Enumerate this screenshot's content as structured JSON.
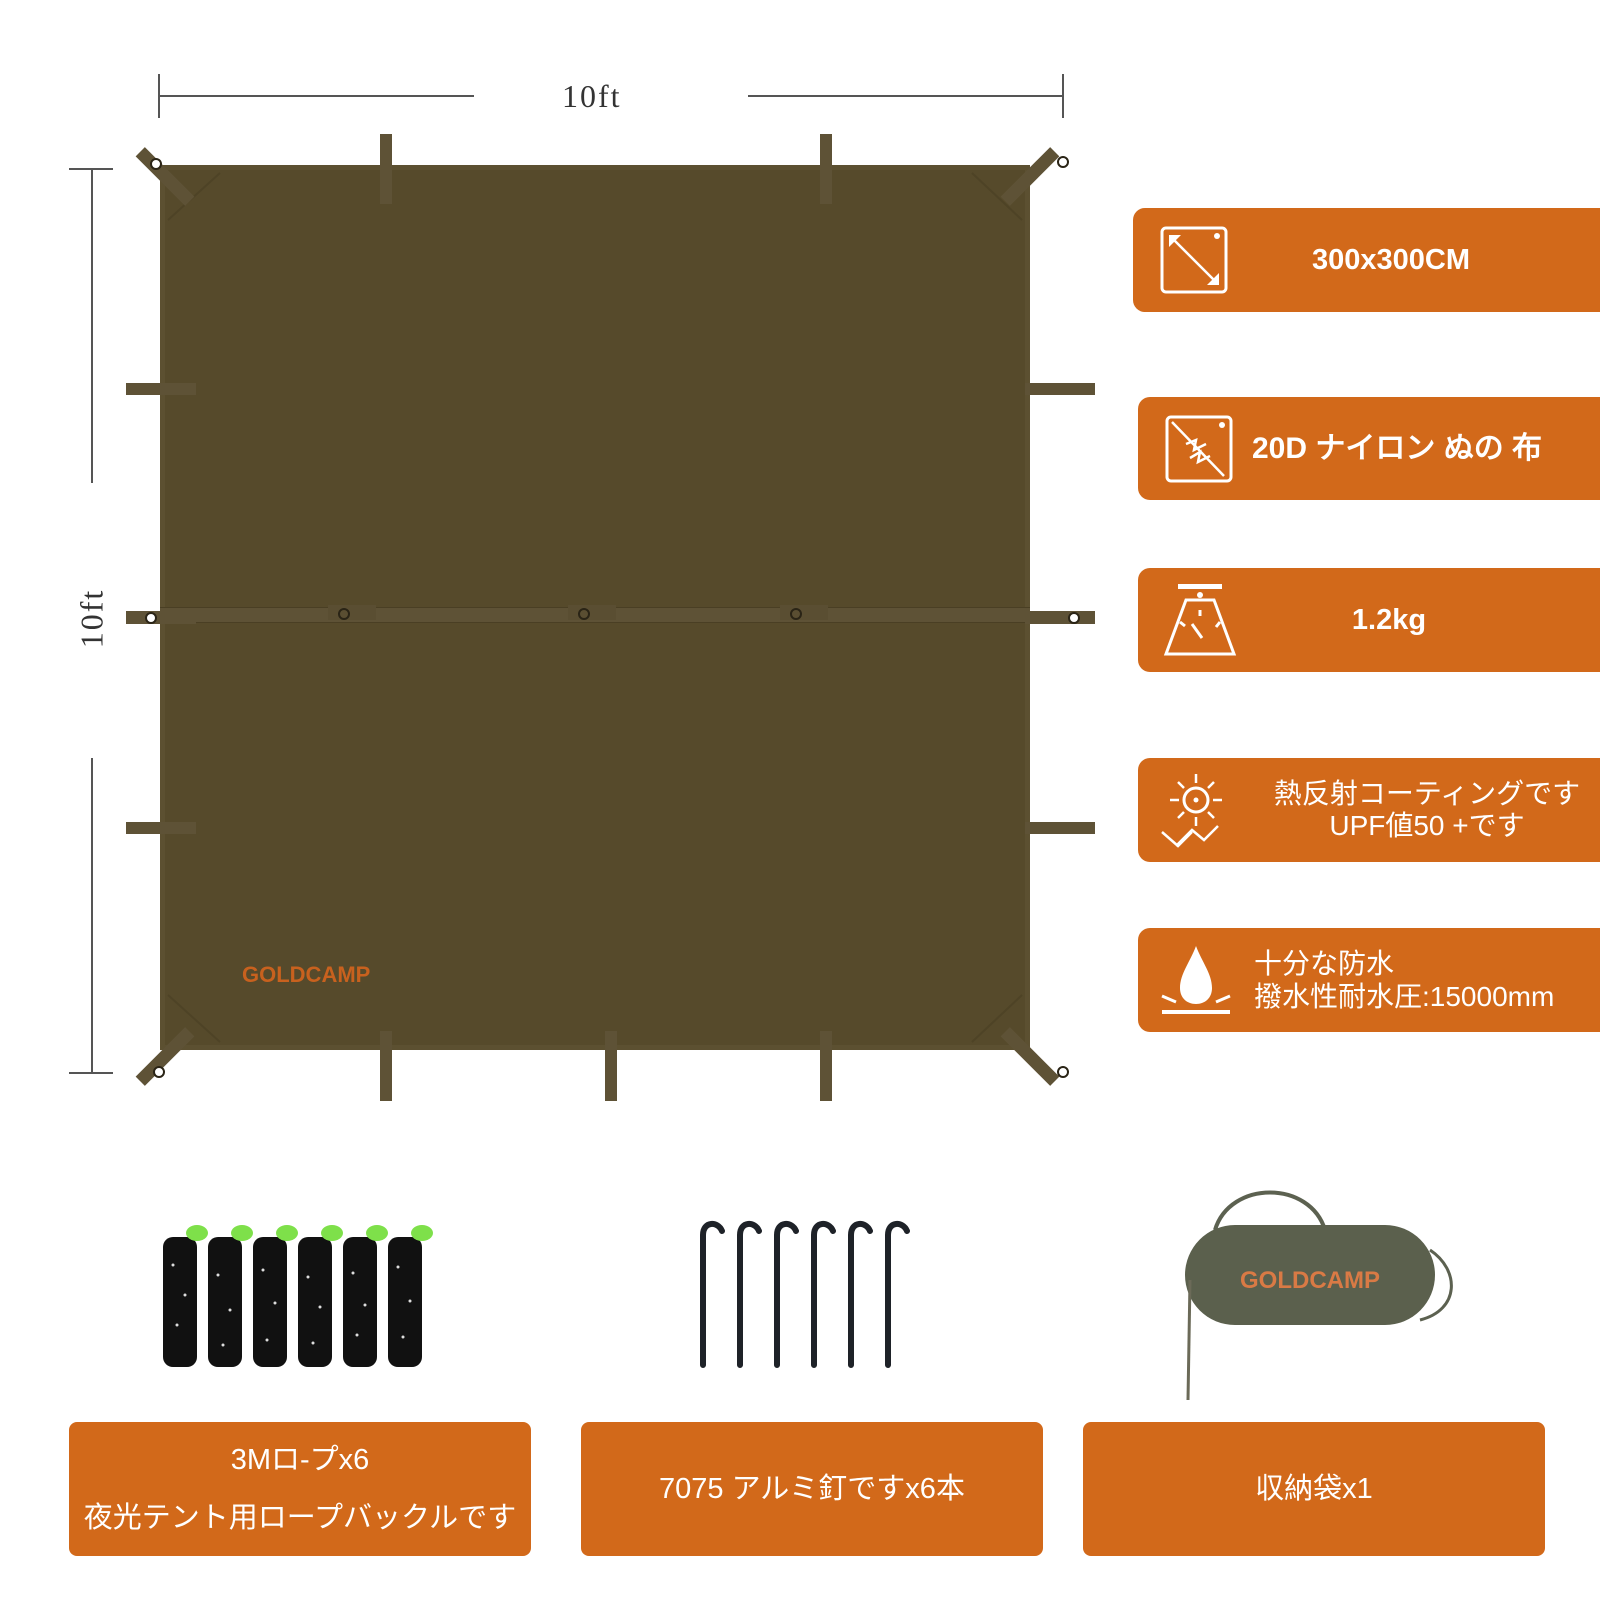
{
  "dimensions": {
    "width_label": "10ft",
    "height_label": "10ft"
  },
  "tarp": {
    "brand": "GOLDCAMP",
    "fabric_color": "#564a2b",
    "strap_color": "#5e5236"
  },
  "features": [
    {
      "icon": "diagonal-size-icon",
      "text": "300x300CM"
    },
    {
      "icon": "fabric-tear-icon",
      "text": "20D ナイロン ぬの 布"
    },
    {
      "icon": "weight-scale-icon",
      "text": "1.2kg"
    },
    {
      "icon": "sun-reflect-icon",
      "lines": [
        "熱反射コーティングです",
        "UPF値50 +です"
      ]
    },
    {
      "icon": "water-drop-icon",
      "lines": [
        "十分な防水",
        "撥水性耐水圧:15000mm"
      ]
    }
  ],
  "accessories": [
    {
      "name": "rope",
      "lines": [
        "3Mロ-プx6",
        "夜光テント用ロープバックルです"
      ]
    },
    {
      "name": "stakes",
      "lines": [
        "7075 アルミ釘ですx6本"
      ]
    },
    {
      "name": "bag",
      "lines": [
        "収納袋x1"
      ],
      "brand": "GOLDCAMP"
    }
  ],
  "colors": {
    "accent": "#d2691a",
    "card_text": "#ffffff"
  }
}
